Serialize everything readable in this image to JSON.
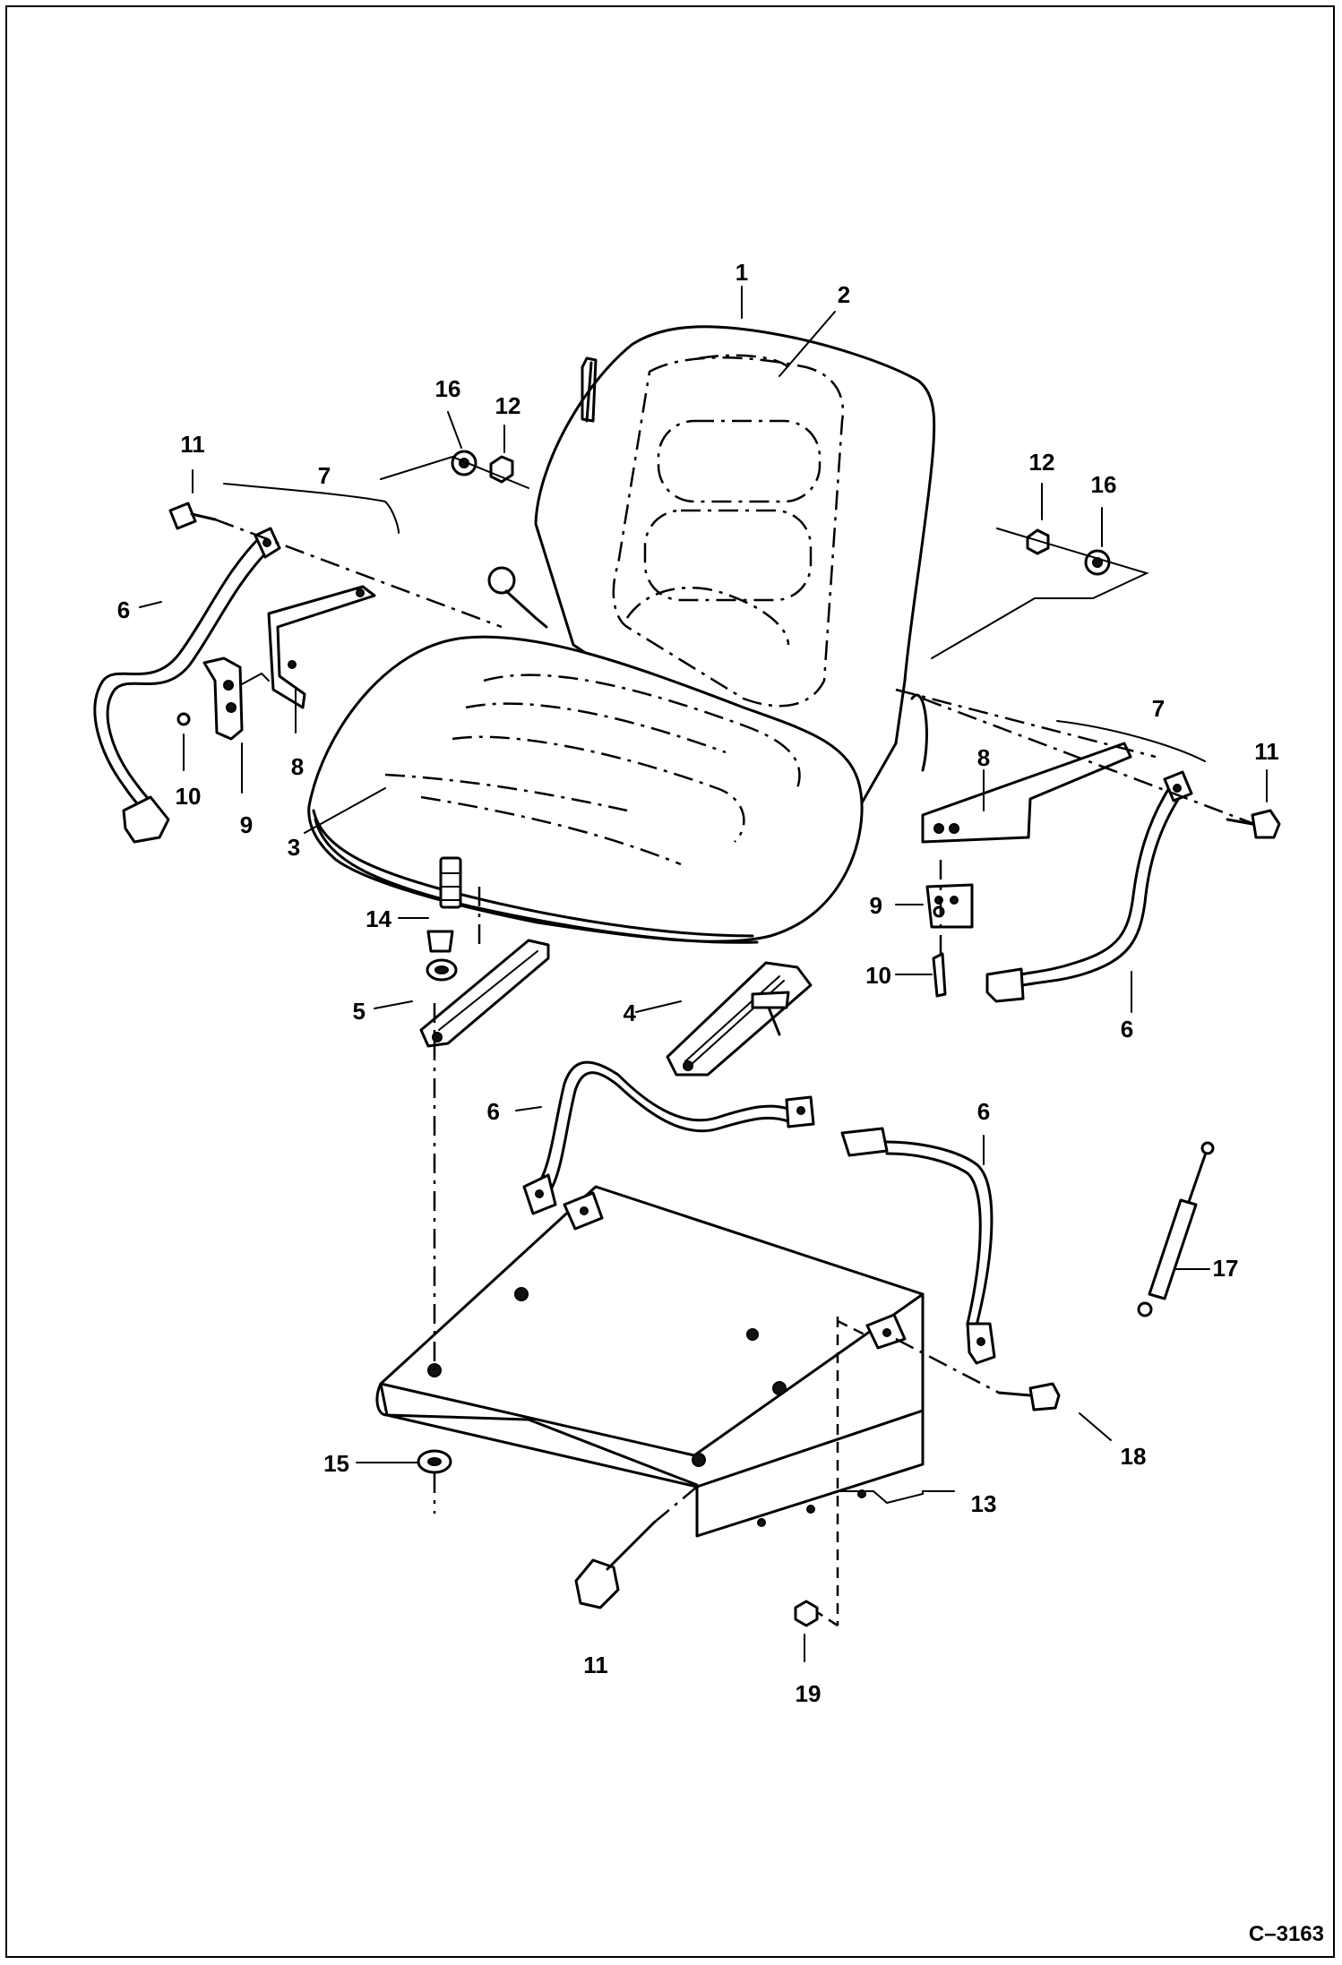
{
  "figure_ref": "C–3163",
  "callouts": {
    "c1": "1",
    "c2": "2",
    "c3": "3",
    "c4": "4",
    "c5": "5",
    "c6a": "6",
    "c6b": "6",
    "c6c": "6",
    "c6d": "6",
    "c7a": "7",
    "c7b": "7",
    "c8a": "8",
    "c8b": "8",
    "c9a": "9",
    "c9b": "9",
    "c10a": "10",
    "c10b": "10",
    "c11a": "11",
    "c11b": "11",
    "c11c": "11",
    "c12a": "12",
    "c12b": "12",
    "c13": "13",
    "c14": "14",
    "c15": "15",
    "c16a": "16",
    "c16b": "16",
    "c17": "17",
    "c18": "18",
    "c19": "19"
  }
}
